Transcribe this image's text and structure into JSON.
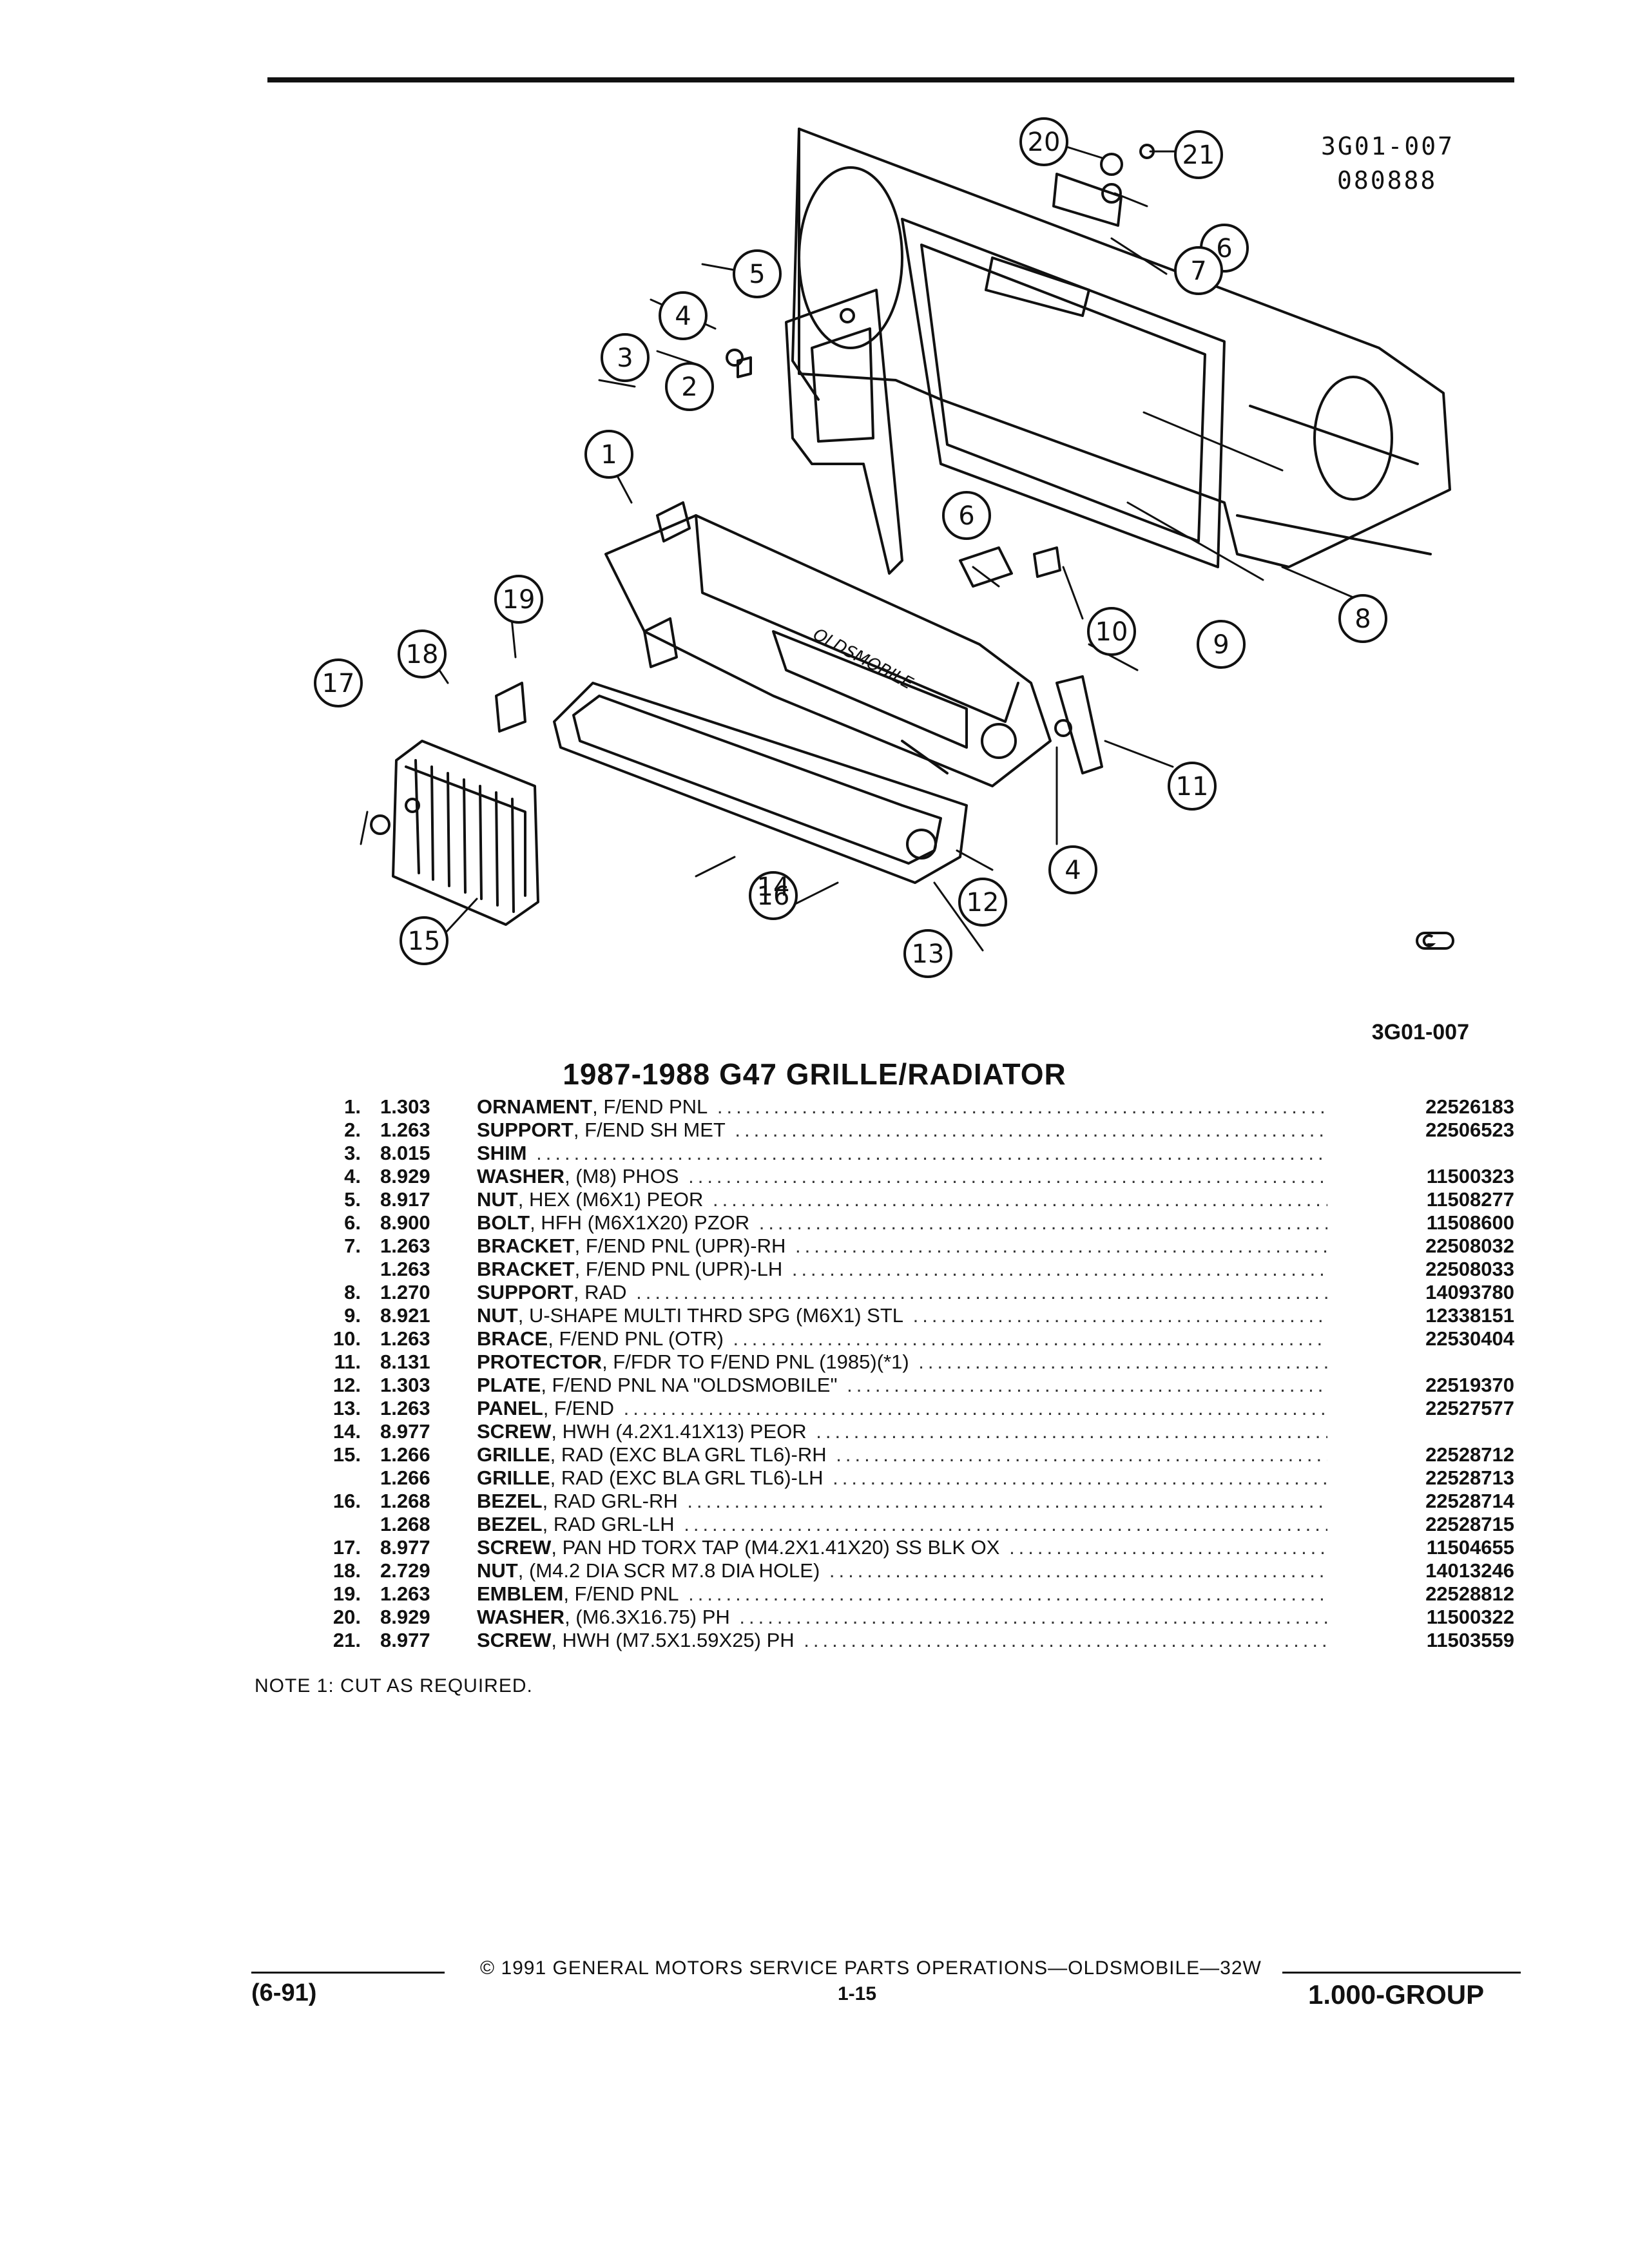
{
  "figure": {
    "ref_code": "3G01-007",
    "ref_date": "080888",
    "caption_code": "3G01-007",
    "panel_lettering": "OLDSMOBILE",
    "callouts": [
      "1",
      "2",
      "3",
      "4",
      "5",
      "6",
      "7",
      "8",
      "9",
      "10",
      "11",
      "12",
      "13",
      "14",
      "15",
      "16",
      "17",
      "18",
      "19",
      "20",
      "21",
      "6",
      "4"
    ]
  },
  "title": "1987-1988 G47 GRILLE/RADIATOR",
  "parts": [
    {
      "ref": "1.",
      "cat": "1.303",
      "name": "ORNAMENT",
      "detail": ", F/END PNL",
      "part": "22526183"
    },
    {
      "ref": "2.",
      "cat": "1.263",
      "name": "SUPPORT",
      "detail": ", F/END SH MET",
      "part": "22506523"
    },
    {
      "ref": "3.",
      "cat": "8.015",
      "name": "SHIM",
      "detail": "",
      "part": ""
    },
    {
      "ref": "4.",
      "cat": "8.929",
      "name": "WASHER",
      "detail": ", (M8) PHOS",
      "part": "11500323"
    },
    {
      "ref": "5.",
      "cat": "8.917",
      "name": "NUT",
      "detail": ", HEX (M6X1) PEOR",
      "part": "11508277"
    },
    {
      "ref": "6.",
      "cat": "8.900",
      "name": "BOLT",
      "detail": ", HFH (M6X1X20) PZOR",
      "part": "11508600"
    },
    {
      "ref": "7.",
      "cat": "1.263",
      "name": "BRACKET",
      "detail": ", F/END PNL (UPR)-RH",
      "part": "22508032"
    },
    {
      "ref": "",
      "cat": "1.263",
      "name": "BRACKET",
      "detail": ", F/END PNL (UPR)-LH",
      "part": "22508033"
    },
    {
      "ref": "8.",
      "cat": "1.270",
      "name": "SUPPORT",
      "detail": ", RAD",
      "part": "14093780"
    },
    {
      "ref": "9.",
      "cat": "8.921",
      "name": "NUT",
      "detail": ", U-SHAPE MULTI THRD SPG (M6X1) STL",
      "part": "12338151"
    },
    {
      "ref": "10.",
      "cat": "1.263",
      "name": "BRACE",
      "detail": ", F/END PNL (OTR)",
      "part": "22530404"
    },
    {
      "ref": "11.",
      "cat": "8.131",
      "name": "PROTECTOR",
      "detail": ", F/FDR TO F/END PNL (1985)(*1)",
      "part": ""
    },
    {
      "ref": "12.",
      "cat": "1.303",
      "name": "PLATE",
      "detail": ", F/END PNL NA \"OLDSMOBILE\"",
      "part": "22519370"
    },
    {
      "ref": "13.",
      "cat": "1.263",
      "name": "PANEL",
      "detail": ", F/END",
      "part": "22527577"
    },
    {
      "ref": "14.",
      "cat": "8.977",
      "name": "SCREW",
      "detail": ", HWH (4.2X1.41X13) PEOR",
      "part": ""
    },
    {
      "ref": "15.",
      "cat": "1.266",
      "name": "GRILLE",
      "detail": ", RAD (EXC BLA GRL TL6)-RH",
      "part": "22528712"
    },
    {
      "ref": "",
      "cat": "1.266",
      "name": "GRILLE",
      "detail": ", RAD (EXC BLA GRL TL6)-LH",
      "part": "22528713"
    },
    {
      "ref": "16.",
      "cat": "1.268",
      "name": "BEZEL",
      "detail": ", RAD GRL-RH",
      "part": "22528714"
    },
    {
      "ref": "",
      "cat": "1.268",
      "name": "BEZEL",
      "detail": ", RAD GRL-LH",
      "part": "22528715"
    },
    {
      "ref": "17.",
      "cat": "8.977",
      "name": "SCREW",
      "detail": ", PAN HD TORX TAP (M4.2X1.41X20) SS BLK OX",
      "part": "11504655"
    },
    {
      "ref": "18.",
      "cat": "2.729",
      "name": "NUT",
      "detail": ", (M4.2 DIA SCR M7.8 DIA HOLE)",
      "part": "14013246"
    },
    {
      "ref": "19.",
      "cat": "1.263",
      "name": "EMBLEM",
      "detail": ", F/END PNL",
      "part": "22528812"
    },
    {
      "ref": "20.",
      "cat": "8.929",
      "name": "WASHER",
      "detail": ", (M6.3X16.75) PH",
      "part": "11500322"
    },
    {
      "ref": "21.",
      "cat": "8.977",
      "name": "SCREW",
      "detail": ", HWH (M7.5X1.59X25) PH",
      "part": "11503559"
    }
  ],
  "note": "NOTE  1:  CUT AS REQUIRED.",
  "footer": {
    "date": "(6-91)",
    "copyright": "© 1991  GENERAL MOTORS SERVICE PARTS OPERATIONS—OLDSMOBILE—32W",
    "page": "1-15",
    "group": "1.000-GROUP"
  },
  "colors": {
    "ink": "#111111",
    "paper": "#ffffff"
  }
}
